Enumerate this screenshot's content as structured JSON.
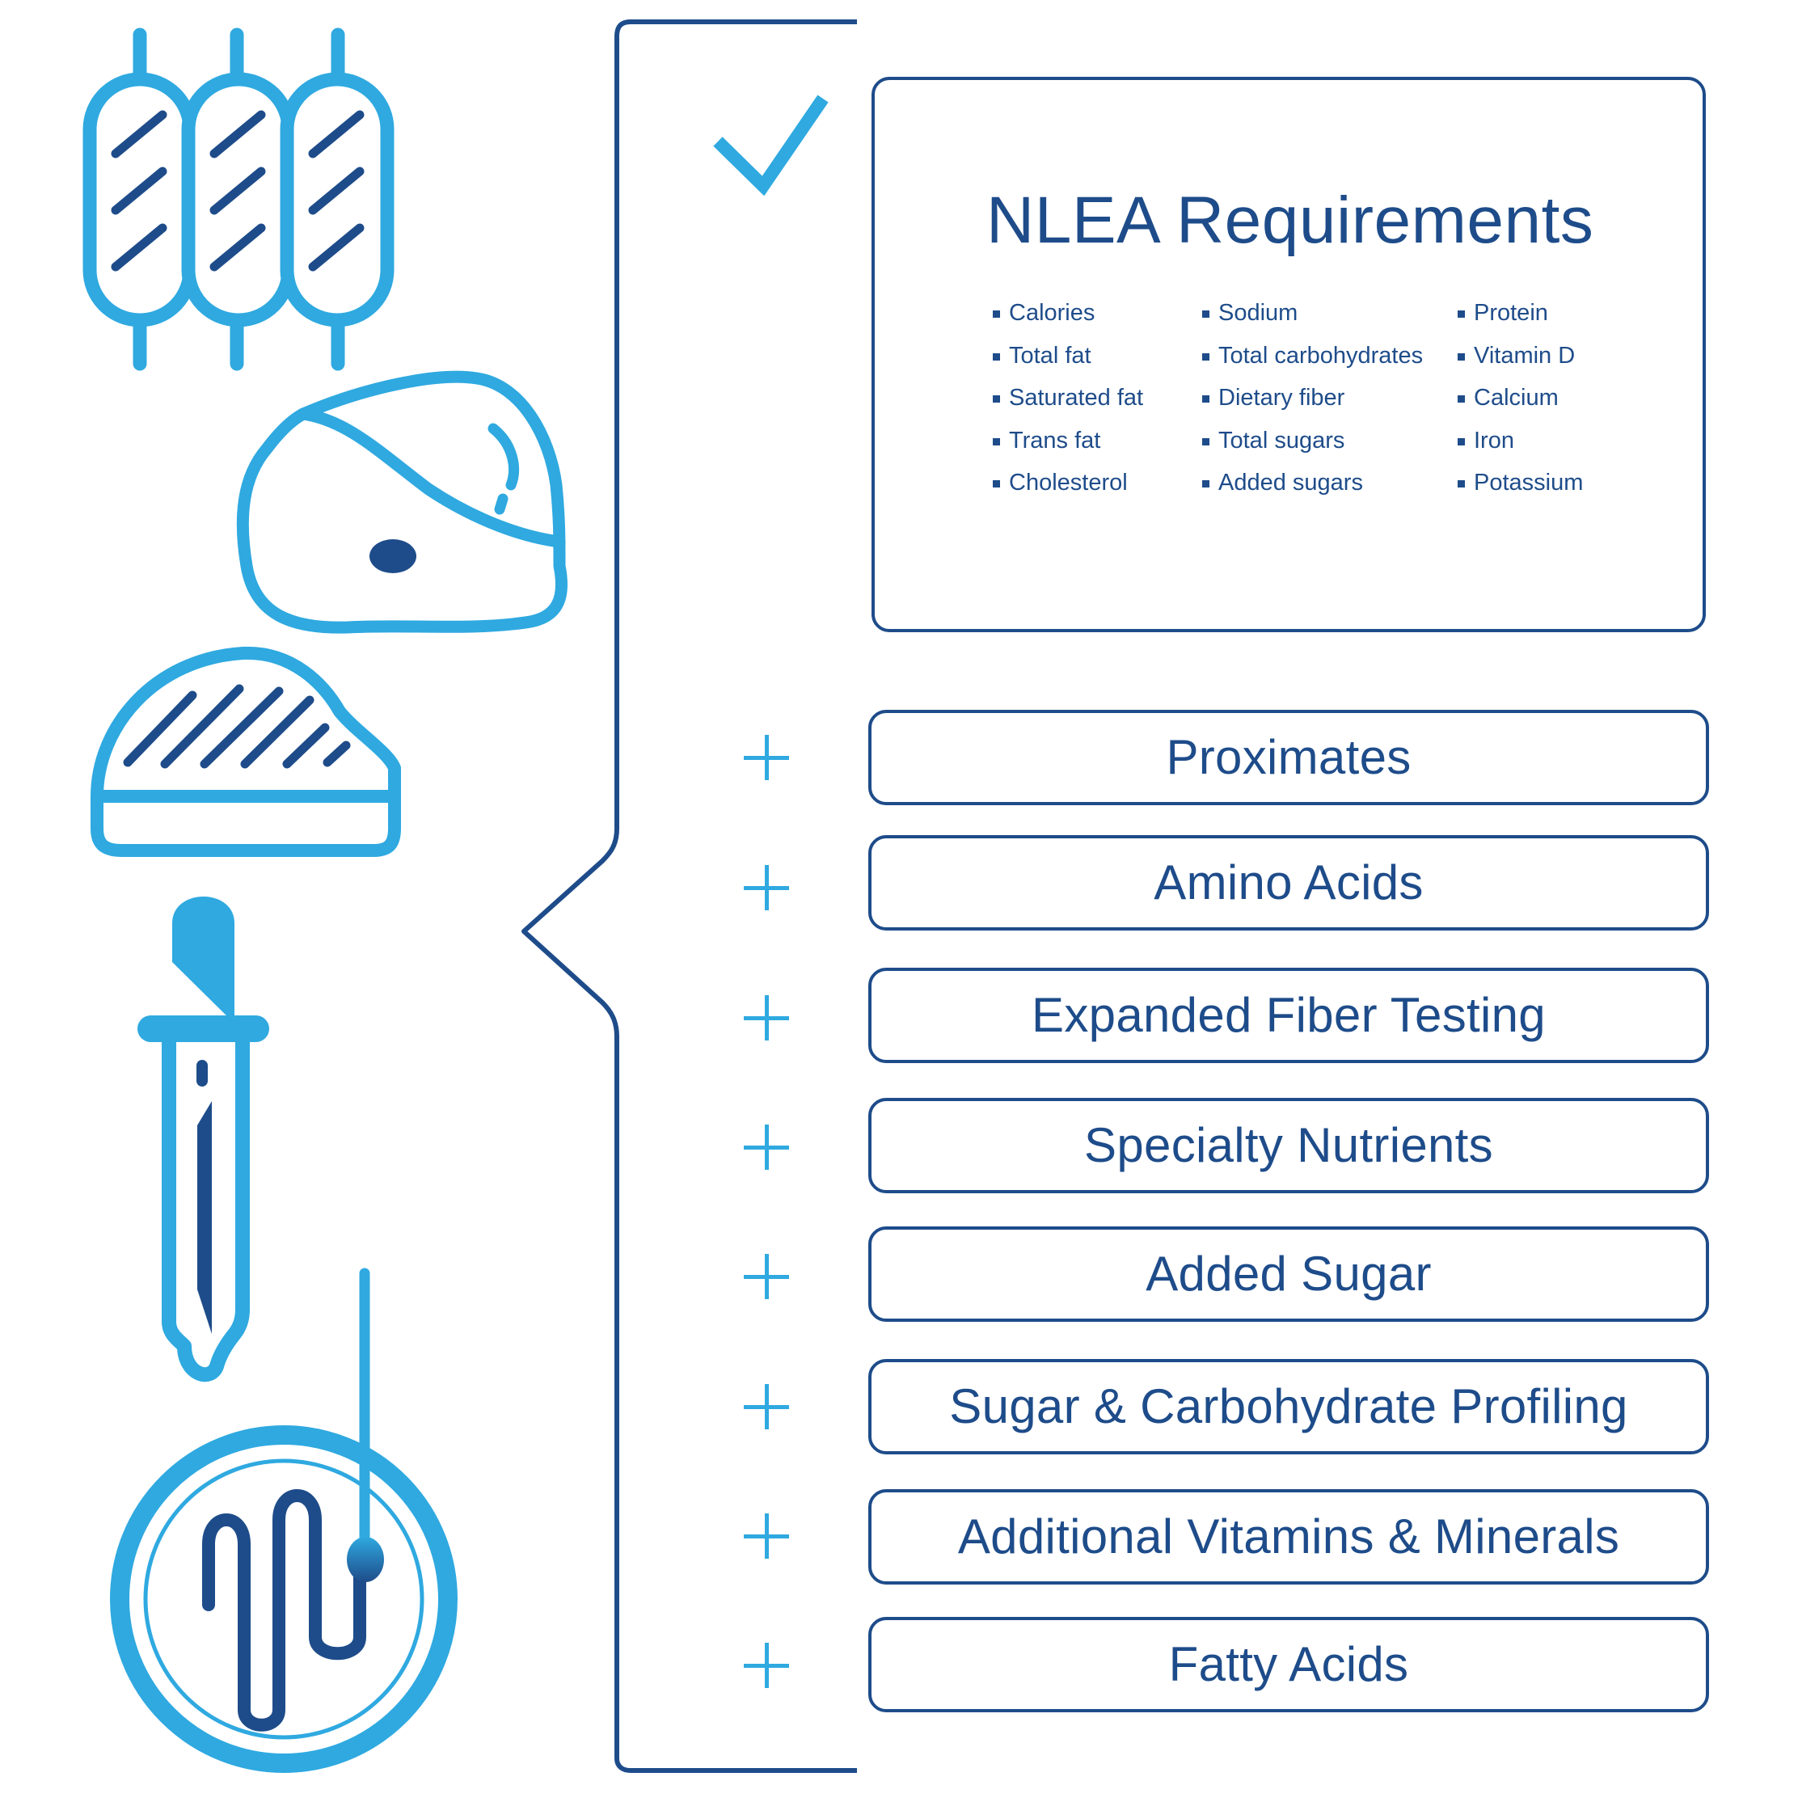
{
  "colors": {
    "dark_blue": "#1e4c8a",
    "light_blue": "#2fa9e0"
  },
  "icons": [
    "wheat-icon",
    "meat-icon",
    "bread-slice-icon",
    "dropper-icon",
    "petri-dish-icon",
    "checkmark-icon",
    "plus-icon",
    "bracket-icon"
  ],
  "main_card": {
    "title": "NLEA Requirements",
    "columns": [
      [
        "Calories",
        "Total fat",
        "Saturated fat",
        "Trans fat",
        "Cholesterol"
      ],
      [
        "Sodium",
        "Total carbohydrates",
        "Dietary fiber",
        "Total sugars",
        "Added sugars"
      ],
      [
        "Protein",
        "Vitamin D",
        "Calcium",
        "Iron",
        "Potassium"
      ]
    ]
  },
  "options": [
    "Proximates",
    "Amino Acids",
    "Expanded Fiber Testing",
    "Specialty Nutrients",
    "Added Sugar",
    "Sugar & Carbohydrate Profiling",
    "Additional Vitamins & Minerals",
    "Fatty Acids"
  ]
}
